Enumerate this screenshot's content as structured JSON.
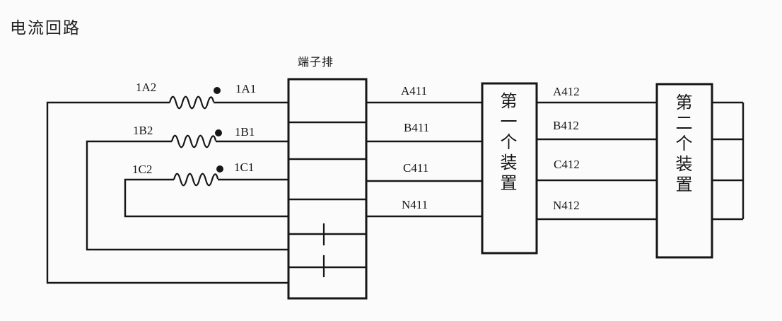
{
  "title": "电流回路",
  "terminal_block": {
    "label": "端子排"
  },
  "ct_secondary": {
    "phase_a": {
      "left_label": "1A2",
      "right_label": "1A1"
    },
    "phase_b": {
      "left_label": "1B2",
      "right_label": "1B1"
    },
    "phase_c": {
      "left_label": "1C2",
      "right_label": "1C1"
    }
  },
  "wires_block_to_device1": {
    "a": "A411",
    "b": "B411",
    "c": "C411",
    "n": "N411"
  },
  "wires_device1_to_device2": {
    "a": "A412",
    "b": "B412",
    "c": "C412",
    "n": "N412"
  },
  "devices": {
    "first": {
      "label": "第一个装置"
    },
    "second": {
      "label": "第二个装置"
    }
  },
  "colors": {
    "line": "#161616",
    "background": "#fbfbfb"
  }
}
